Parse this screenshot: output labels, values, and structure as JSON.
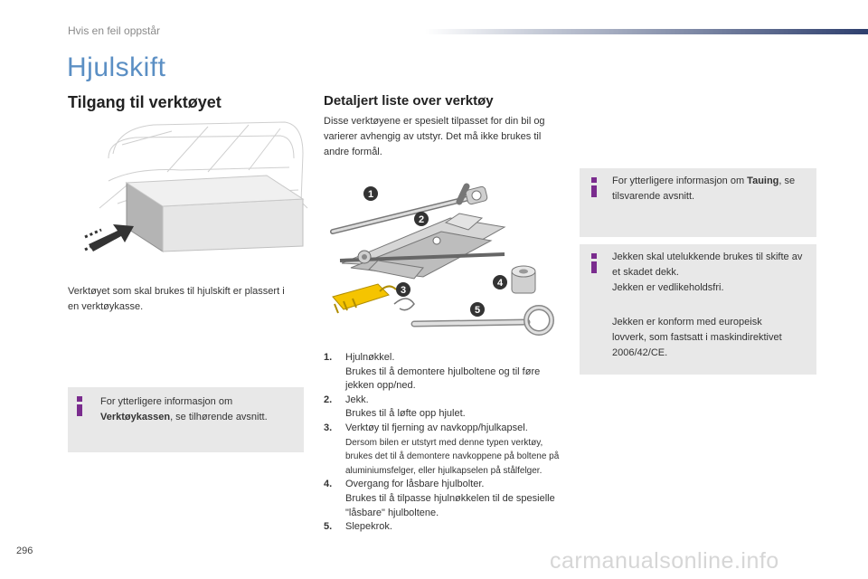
{
  "header": {
    "section": "Hvis en feil oppstår",
    "accent_color": "#2e3f6e"
  },
  "page_title": "Hjulskift",
  "left": {
    "heading": "Tilgang til verktøyet",
    "caption": "Verktøyet som skal brukes til hjulskift er plassert i en verktøykasse.",
    "info": {
      "text_before": "For ytterligere informasjon om ",
      "bold": "Verktøykassen",
      "text_after": ", se tilhørende avsnitt."
    }
  },
  "right": {
    "heading": "Detaljert liste over verktøy",
    "intro": "Disse verktøyene er spesielt tilpasset for din bil og varierer avhengig av utstyr. Det må ikke brukes til andre formål.",
    "tool_labels": [
      "1",
      "2",
      "3",
      "4",
      "5"
    ],
    "list": [
      {
        "num": "1.",
        "title": "Hjulnøkkel.",
        "lines": [
          "Brukes til å demontere hjulboltene og til føre jekken opp/ned."
        ]
      },
      {
        "num": "2.",
        "title": "Jekk.",
        "lines": [
          "Brukes til å løfte opp hjulet."
        ]
      },
      {
        "num": "3.",
        "title": "Verktøy til fjerning av navkopp/hjulkapsel.",
        "lines": [
          "Dersom bilen er utstyrt med denne typen verktøy, brukes det til å demontere navkoppene på boltene på aluminiumsfelger, eller hjulkapselen på stålfelger."
        ]
      },
      {
        "num": "4.",
        "title": "Overgang for låsbare hjulbolter.",
        "lines": [
          "Brukes til å tilpasse hjulnøkkelen til de spesielle \"låsbare\" hjulboltene."
        ]
      },
      {
        "num": "5.",
        "title": "Slepekrok.",
        "lines": []
      }
    ],
    "info_top": {
      "text_before": "For ytterligere informasjon om ",
      "bold": "Tauing",
      "text_after": ", se tilsvarende avsnitt."
    },
    "info_mid": {
      "para1": "Jekken skal utelukkende brukes til skifte av et skadet dekk.",
      "para2": "Jekken er vedlikeholdsfri.",
      "para3": "Jekken er konform med europeisk lovverk, som fastsatt i maskindirektivet 2006/42/CE."
    }
  },
  "colors": {
    "title": "#5b8fc4",
    "info_icon": "#7a2c8e",
    "info_bg": "#e8e8e8",
    "tool_highlight": "#f5c400",
    "label_circle": "#333333"
  },
  "footer": {
    "page_number": "296",
    "watermark": "carmanualsonline.info"
  }
}
